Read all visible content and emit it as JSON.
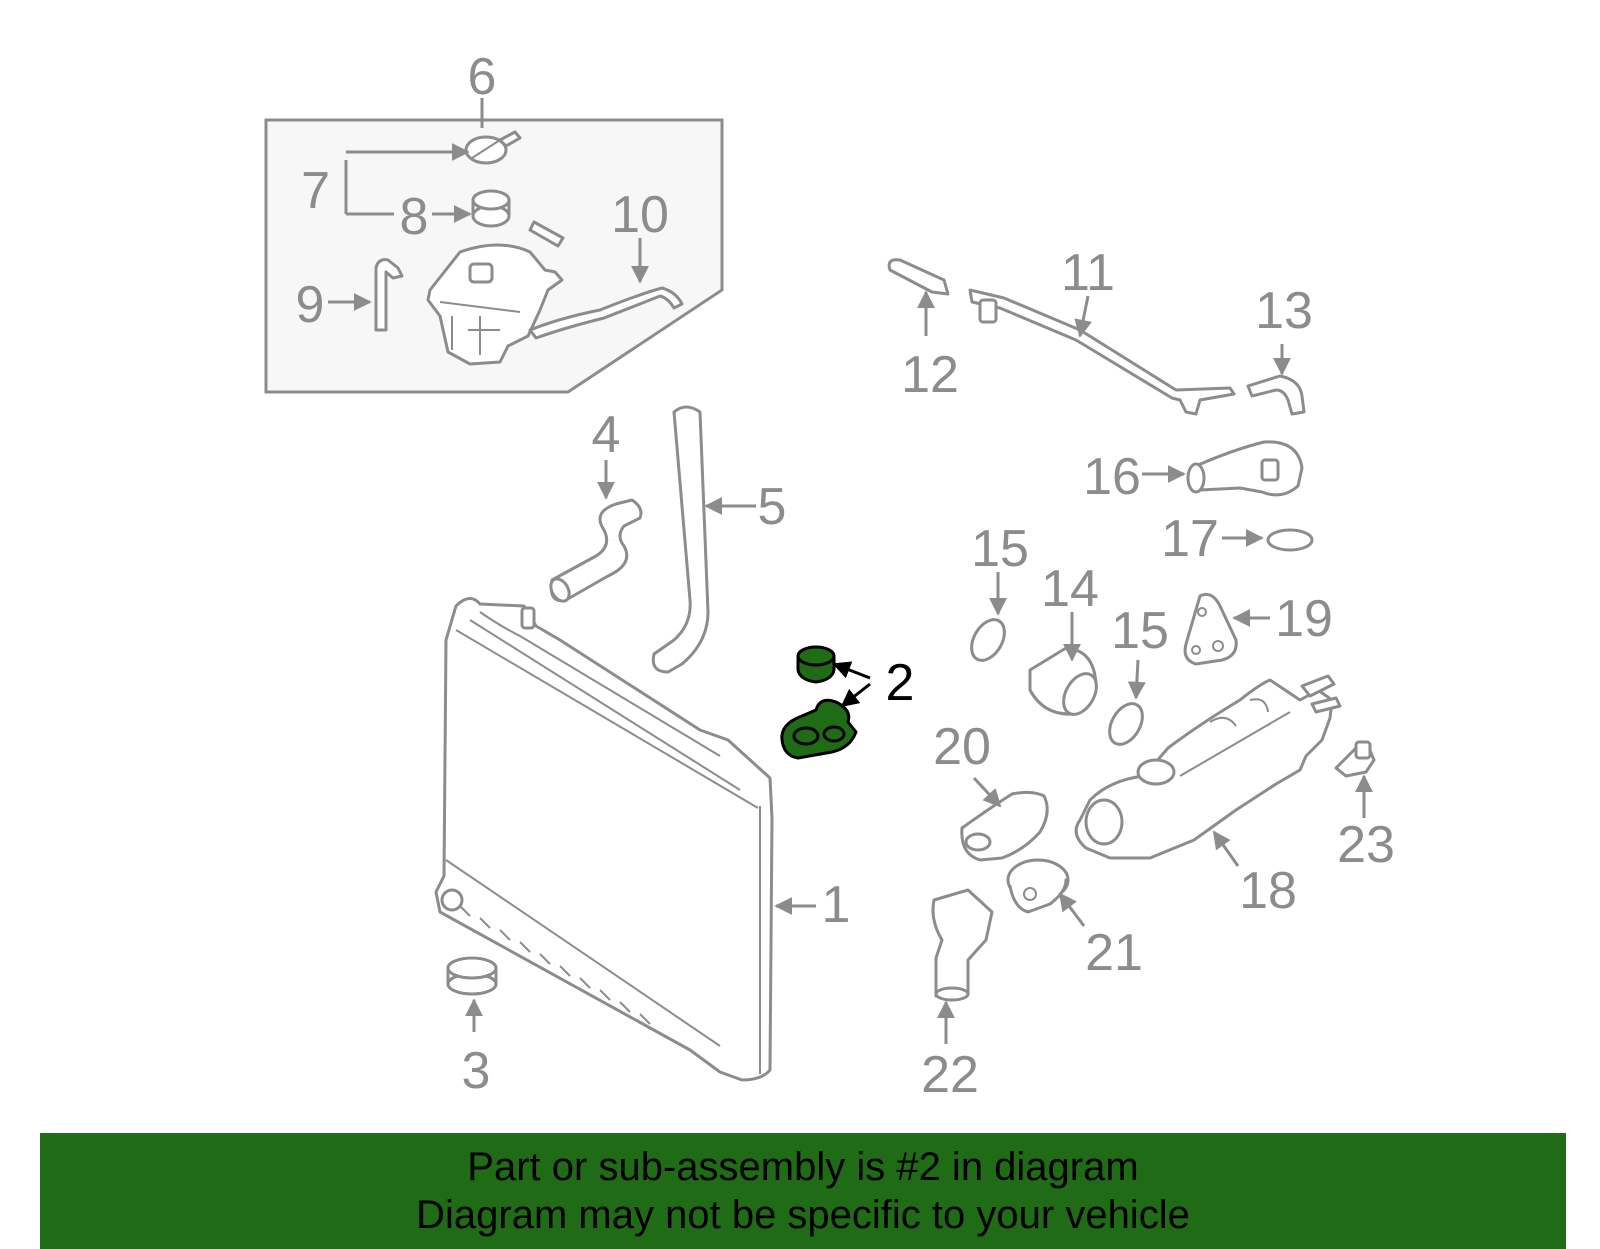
{
  "colors": {
    "part_outline": "#8c8c8c",
    "highlight_fill": "#1f6b16",
    "banner_bg": "#1f6b16",
    "banner_text": "#000000"
  },
  "callouts": {
    "c1": "1",
    "c2": "2",
    "c3": "3",
    "c4": "4",
    "c5": "5",
    "c6": "6",
    "c7": "7",
    "c8": "8",
    "c9": "9",
    "c10": "10",
    "c11": "11",
    "c12": "12",
    "c13": "13",
    "c14": "14",
    "c15a": "15",
    "c15b": "15",
    "c16": "16",
    "c17": "17",
    "c18": "18",
    "c19": "19",
    "c20": "20",
    "c21": "21",
    "c22": "22",
    "c23": "23"
  },
  "highlighted_part": "2",
  "banner": {
    "line1": "Part or sub-assembly is #2 in diagram",
    "line2": "Diagram may not be specific to your vehicle"
  }
}
